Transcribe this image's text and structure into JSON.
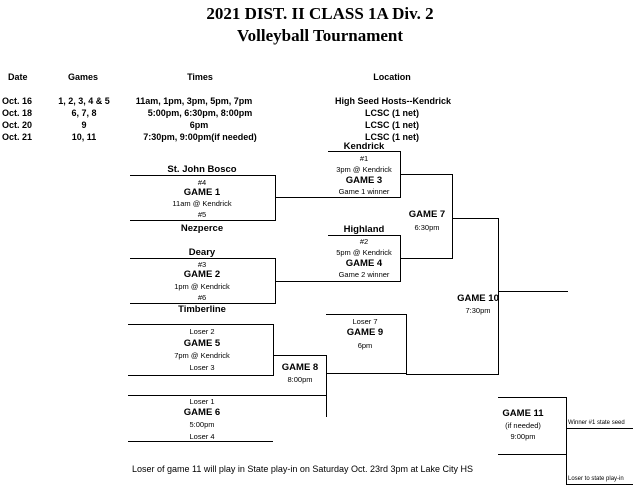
{
  "title": {
    "line1": "2021 DIST. II CLASS 1A Div. 2",
    "line2": "Volleyball Tournament"
  },
  "schedule": {
    "headers": {
      "date": "Date",
      "games": "Games",
      "times": "Times",
      "location": "Location"
    },
    "rows": [
      {
        "date": "Oct. 16",
        "games": "1, 2, 3, 4 & 5",
        "times": "11am, 1pm, 3pm, 5pm, 7pm",
        "location": "High Seed Hosts--Kendrick"
      },
      {
        "date": "Oct. 18",
        "games": "6, 7, 8",
        "times": "5:00pm, 6:30pm, 8:00pm",
        "location": "LCSC (1 net)"
      },
      {
        "date": "Oct. 20",
        "games": "9",
        "times": "6pm",
        "location": "LCSC (1 net)"
      },
      {
        "date": "Oct. 21",
        "games": "10, 11",
        "times": "7:30pm, 9:00pm(if needed)",
        "location": "LCSC (1 net)"
      }
    ]
  },
  "bracket": {
    "game1": {
      "top_team": "St. John Bosco",
      "top_seed": "#4",
      "label": "GAME 1",
      "time": "11am @ Kendrick",
      "bottom_seed": "#5",
      "bottom_team": "Nezperce"
    },
    "game2": {
      "top_team": "Deary",
      "top_seed": "#3",
      "label": "GAME 2",
      "time": "1pm @ Kendrick",
      "bottom_seed": "#6",
      "bottom_team": "Timberline"
    },
    "game3": {
      "top_team": "Kendrick",
      "top_seed": "#1",
      "time": "3pm @ Kendrick",
      "label": "GAME 3",
      "bottom": "Game 1 winner"
    },
    "game4": {
      "top_team": "Highland",
      "top_seed": "#2",
      "time": "5pm @ Kendrick",
      "label": "GAME 4",
      "bottom": "Game 2 winner"
    },
    "game5": {
      "top": "Loser 2",
      "label": "GAME 5",
      "time": "7pm @ Kendrick",
      "bottom": "Loser 3"
    },
    "game6": {
      "top": "Loser 1",
      "label": "GAME 6",
      "time": "5:00pm",
      "bottom": "Loser 4"
    },
    "game7": {
      "label": "GAME 7",
      "time": "6:30pm"
    },
    "game8": {
      "label": "GAME 8",
      "time": "8:00pm"
    },
    "game9": {
      "top": "Loser 7",
      "label": "GAME 9",
      "time": "6pm"
    },
    "game10": {
      "label": "GAME 10",
      "time": "7:30pm"
    },
    "game11": {
      "label": "GAME 11",
      "note": "(if needed)",
      "time": "9:00pm"
    },
    "winner_line": "Winner #1 state seed",
    "loser_line": "Loser to state play-in"
  },
  "footer_note": "Loser of game 11 will play in State play-in on Saturday Oct. 23rd 3pm at Lake City HS"
}
